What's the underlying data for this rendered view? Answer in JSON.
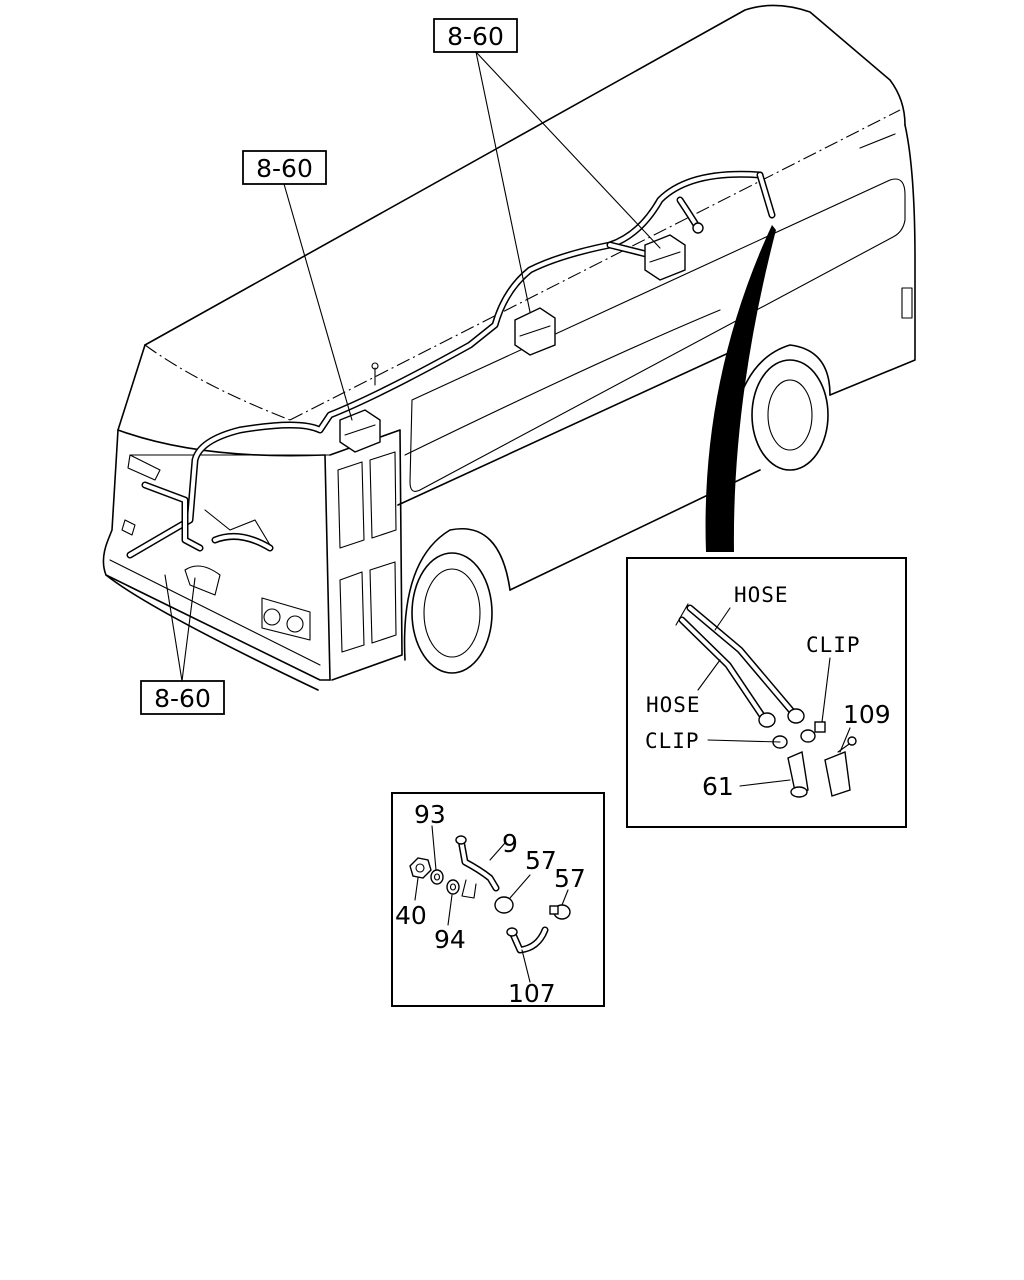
{
  "callouts": {
    "ref_top": "8-60",
    "ref_left": "8-60",
    "ref_bottom": "8-60"
  },
  "detail_hose": {
    "hose_upper": "HOSE",
    "hose_lower": "HOSE",
    "clip_right": "CLIP",
    "clip_left": "CLIP",
    "part_109": "109",
    "part_61": "61"
  },
  "detail_parts": {
    "part_93": "93",
    "part_9": "9",
    "part_57a": "57",
    "part_57b": "57",
    "part_40": "40",
    "part_94": "94",
    "part_107": "107"
  }
}
